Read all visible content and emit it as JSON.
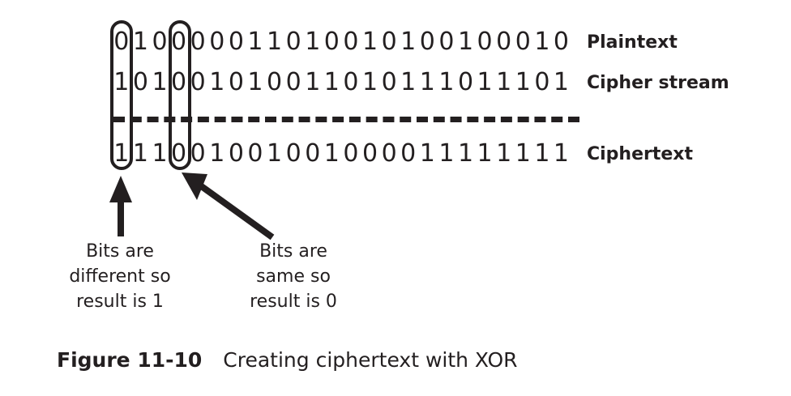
{
  "figure": {
    "number": "Figure 11-10",
    "caption": "Creating ciphertext with XOR"
  },
  "rows": [
    {
      "name": "plaintext",
      "label": "Plaintext",
      "bits": "010000011010010100100010"
    },
    {
      "name": "cipher-stream",
      "label": "Cipher stream",
      "bits": "101001010011010111011101"
    },
    {
      "name": "ciphertext",
      "label": "Ciphertext",
      "bits": "111001001001000011111111"
    }
  ],
  "highlights": [
    {
      "name": "column-0",
      "bit_index": 0,
      "plaintext_bit": "0",
      "cipher_bit": "1",
      "ciphertext_bit": "1"
    },
    {
      "name": "column-3",
      "bit_index": 3,
      "plaintext_bit": "0",
      "cipher_bit": "0",
      "ciphertext_bit": "0"
    }
  ],
  "annotations": [
    {
      "name": "bits-different",
      "text": "Bits are\ndifferent so\nresult is 1"
    },
    {
      "name": "bits-same",
      "text": "Bits are\nsame so\nresult is 0"
    }
  ],
  "colors": {
    "ink": "#231f20",
    "background": "#ffffff"
  }
}
